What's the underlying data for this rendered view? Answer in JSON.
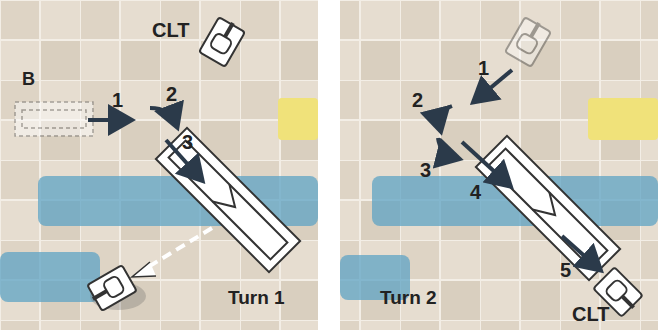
{
  "diagram": {
    "labels": [
      "CLT",
      "B",
      "1",
      "2",
      "3",
      "Turn 1",
      "1",
      "2",
      "3",
      "4",
      "5",
      "CLT",
      "Turn 2"
    ]
  }
}
